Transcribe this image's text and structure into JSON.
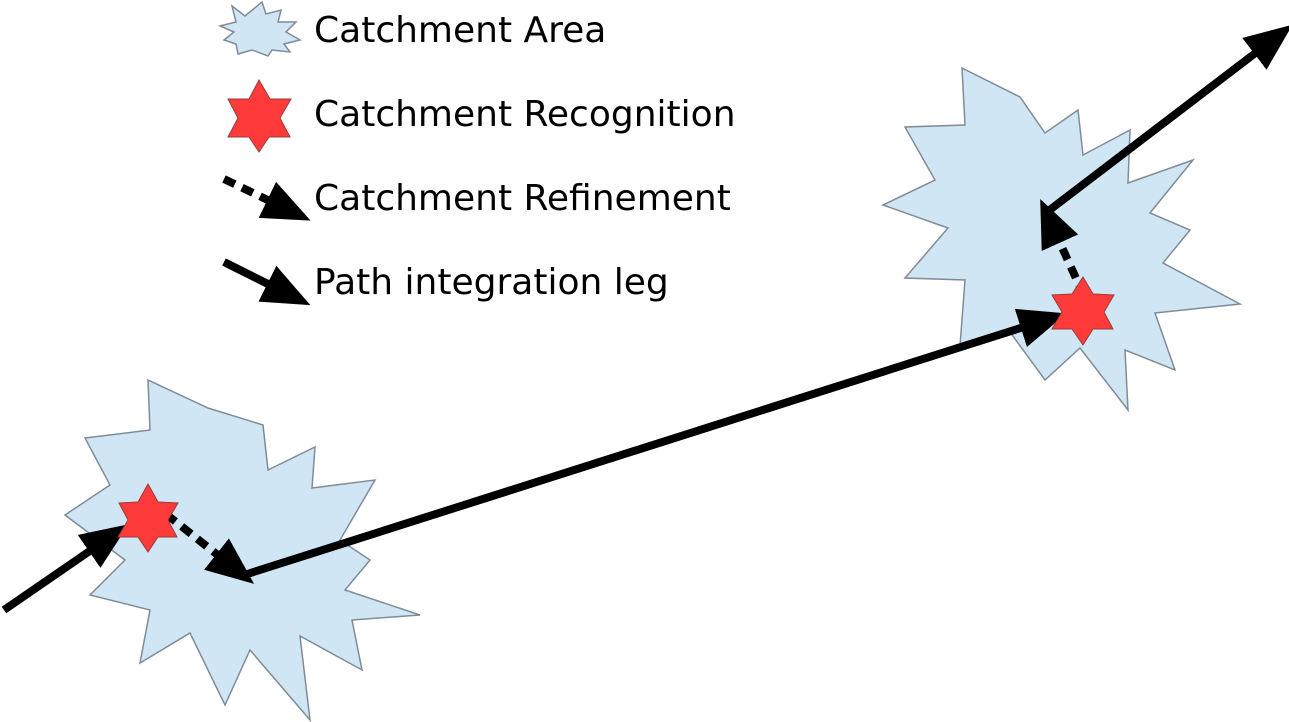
{
  "colors": {
    "catchment_fill": "#d0e6f4",
    "catchment_stroke": "#7f8c97",
    "recognition_fill": "#ff3a3a",
    "recognition_stroke": "#9a3a3a",
    "arrow": "#000000"
  },
  "legend": {
    "catchment_area": "Catchment Area",
    "catchment_recognition": "Catchment Recognition",
    "catchment_refinement": "Catchment Refinement",
    "path_integration_leg": "Path integration leg"
  },
  "icons": {
    "catchment_area": "starburst-icon",
    "catchment_recognition": "red-star-icon",
    "catchment_refinement": "dashed-arrow-icon",
    "path_integration_leg": "solid-arrow-icon"
  }
}
